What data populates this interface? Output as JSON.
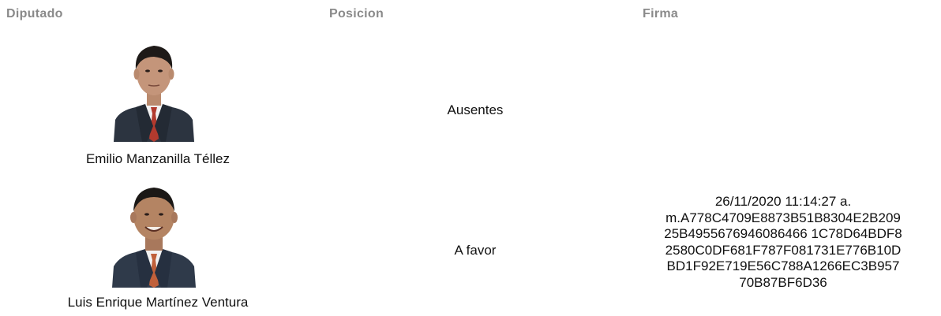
{
  "headers": {
    "diputado": "Diputado",
    "posicion": "Posicion",
    "firma": "Firma"
  },
  "rows": [
    {
      "nombre": "Emilio Manzanilla Téllez",
      "posicion": "Ausentes",
      "firma_lines": []
    },
    {
      "nombre": "Luis Enrique Martínez Ventura",
      "posicion": "A favor",
      "firma_lines": [
        "26/11/2020 11:14:27 a.",
        "m.A778C4709E8873B51B8304E2B209",
        "25B4955676946086466 1C78D64BDF8",
        "2580C0DF681F787F081731E776B10D",
        "BD1F92E719E56C788A1266EC3B957",
        "70B87BF6D36"
      ]
    }
  ],
  "colors": {
    "header_text": "#8a8a8a",
    "body_text": "#111111",
    "suit_dark": "#2c3440",
    "tie_red": "#b23a2e"
  }
}
